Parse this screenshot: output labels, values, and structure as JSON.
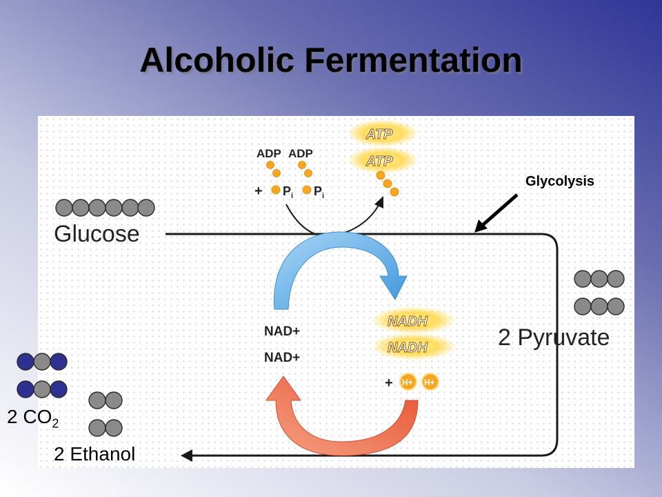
{
  "slide": {
    "title": "Alcoholic Fermentation"
  },
  "labels": {
    "glucose": "Glucose",
    "pyruvate": "2 Pyruvate",
    "glycolysis": "Glycolysis",
    "co2_prefix": "2 CO",
    "co2_subscript": "2",
    "ethanol": "2 Ethanol"
  },
  "molecules": {
    "adp": [
      "ADP",
      "ADP"
    ],
    "pi_symbol": "P",
    "pi_subscript": "i",
    "plus": "+",
    "atp": [
      "ATP",
      "ATP"
    ],
    "nad_plus": [
      "NAD+",
      "NAD+"
    ],
    "nadh": [
      "NADH",
      "NADH"
    ],
    "h_plus": "H+"
  },
  "colors": {
    "carbon_gray": "#8a8a8a",
    "oxygen_blue": "#2e3192",
    "phosphate_orange": "#f5a623",
    "atp_glow": "#ffd24d",
    "cycle_blue": "#4aa3e6",
    "cycle_red": "#ef5a3c"
  }
}
